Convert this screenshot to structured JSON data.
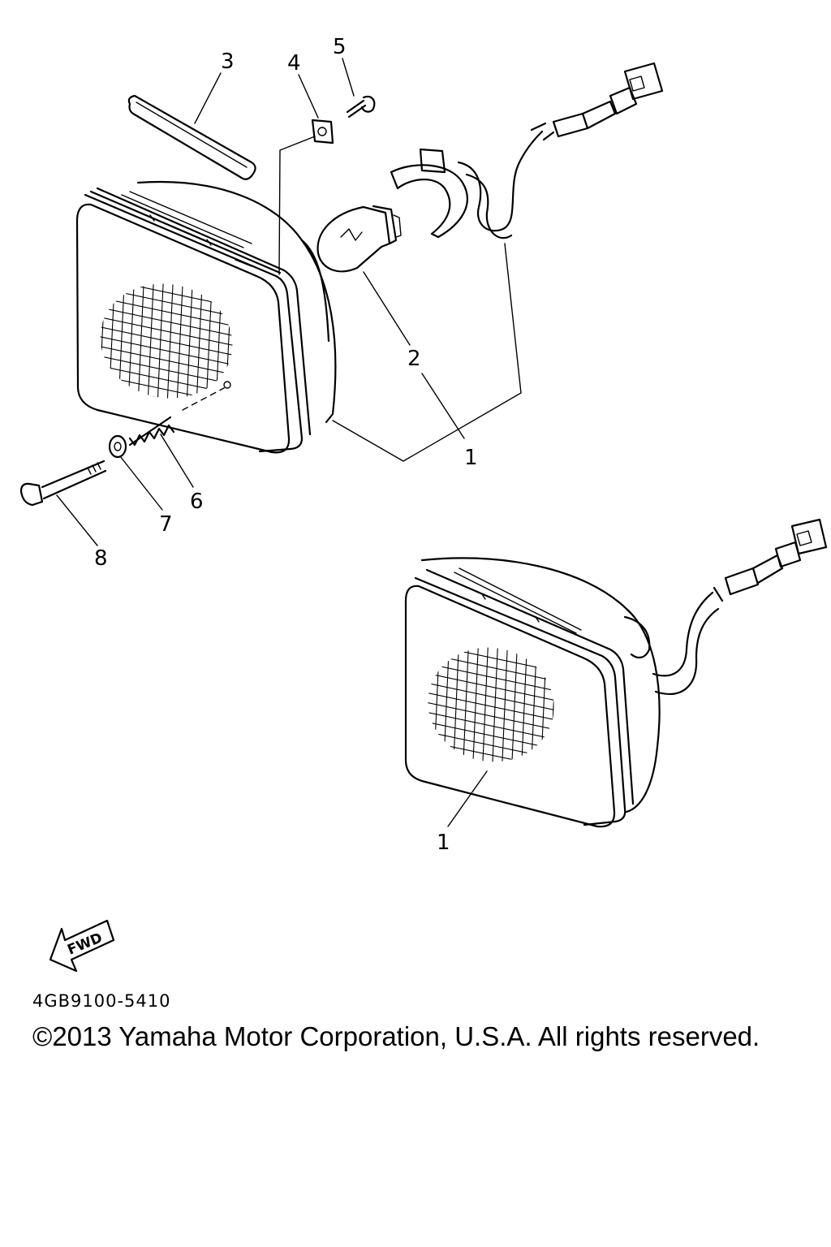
{
  "callouts": {
    "c1a": "1",
    "c1b": "1",
    "c2": "2",
    "c3": "3",
    "c4": "4",
    "c5": "5",
    "c6": "6",
    "c7": "7",
    "c8": "8"
  },
  "fwd_label": "FWD",
  "diagram_code": "4GB9100-5410",
  "copyright": "©2013 Yamaha Motor Corporation, U.S.A. All rights reserved."
}
